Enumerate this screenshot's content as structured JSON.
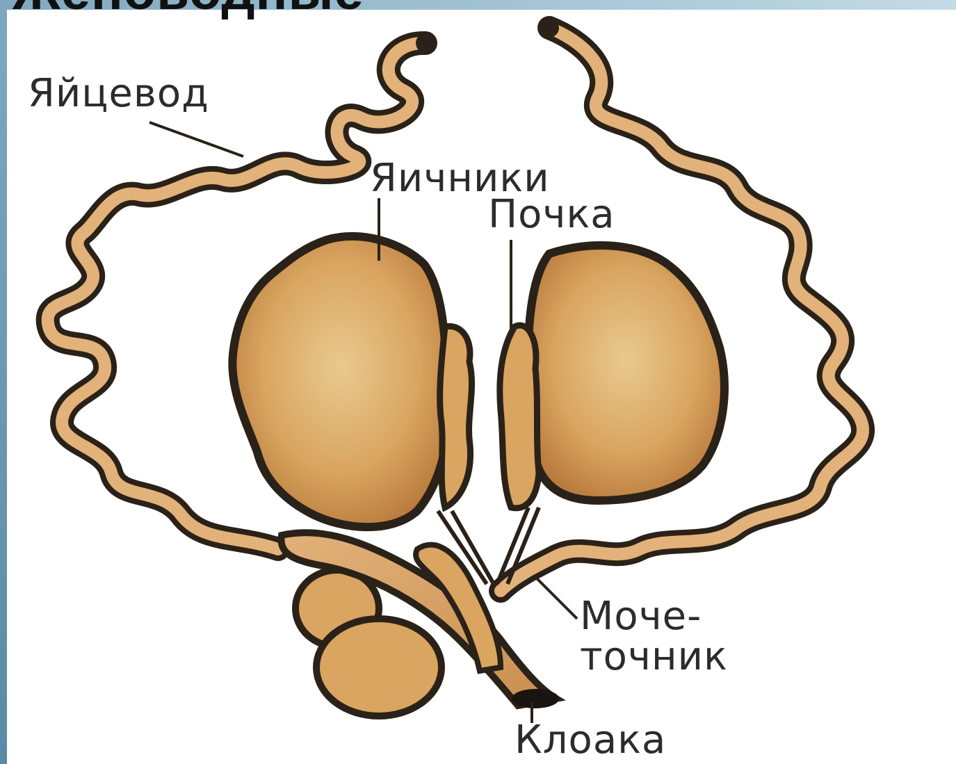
{
  "header": {
    "title_fragment": "Женоводные"
  },
  "labels": {
    "oviduct": "Яйцевод",
    "ovaries": "Яичники",
    "kidney": "Почка",
    "ureter_line1": "Моче-",
    "ureter_line2": "точник",
    "cloaca": "Клоака"
  },
  "colors": {
    "organ_fill": "#d9a560",
    "organ_dark": "#b8793c",
    "organ_light": "#e9c98f",
    "outline": "#2a2218",
    "tube_fill": "#e2b27a",
    "frame_accent": "#7fa8bf"
  }
}
